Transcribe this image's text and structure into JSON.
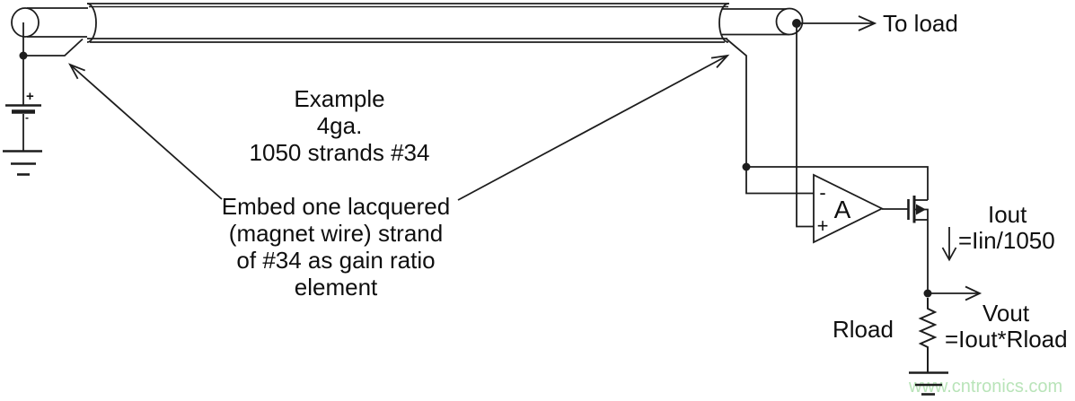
{
  "notes": {
    "example": [
      "Example",
      "4ga.",
      "1050 strands #34"
    ],
    "embed": [
      "Embed one lacquered",
      "(magnet wire) strand",
      "of #34 as gain ratio",
      "element"
    ]
  },
  "labels": {
    "to_load": "To load",
    "iout": "Iout",
    "iout_formula": "=Iin/1050",
    "vout": "Vout",
    "vout_formula": "=Iout*Rload",
    "rload": "Rload",
    "opamp_gain": "A",
    "opamp_inverting": "-",
    "opamp_noninverting": "+",
    "battery_positive": "+",
    "battery_negative": "-"
  },
  "watermark": {
    "text": "www.cntronics.com",
    "color": "#b9e4b9"
  },
  "colors": {
    "line": "#1d1d1d",
    "text": "#0f0f0f",
    "background": "#ffffff"
  }
}
